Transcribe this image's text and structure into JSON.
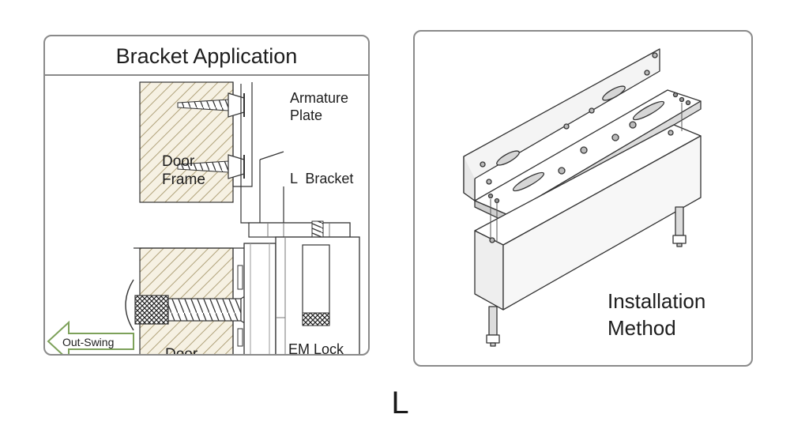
{
  "left_panel": {
    "title": "Bracket Application",
    "labels": {
      "door_frame_line1": "Door",
      "door_frame_line2": "Frame",
      "armature_line1": "Armature",
      "armature_line2": "Plate",
      "l_bracket": "L  Bracket",
      "door": "Door",
      "em_lock": "EM Lock",
      "out_swing": "Out-Swing"
    }
  },
  "right_panel": {
    "label_line1": "Installation",
    "label_line2": "Method"
  },
  "caption": "L",
  "colors": {
    "border": "#8a8a8a",
    "line": "#333333",
    "hatch": "#b0a27a"
  }
}
